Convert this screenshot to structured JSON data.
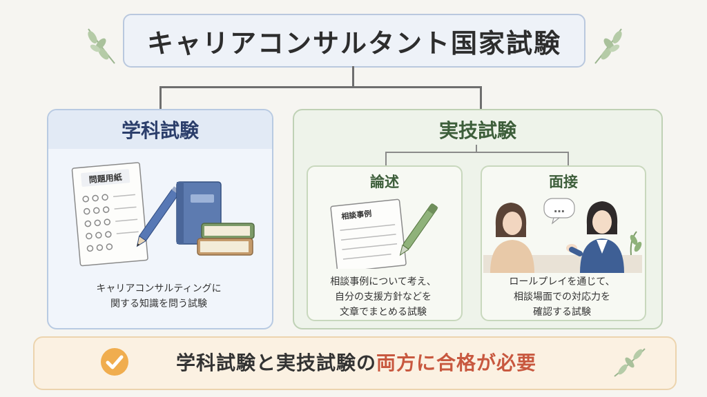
{
  "title": "キャリアコンサルタント国家試験",
  "written": {
    "heading": "学科試験",
    "paper_label": "問題用紙",
    "description_lines": [
      "キャリアコンサルティングに",
      "関する知識を問う試験"
    ]
  },
  "practical": {
    "heading": "実技試験",
    "essay": {
      "heading": "論述",
      "paper_label": "相談事例",
      "description_lines": [
        "相談事例について考え、",
        "自分の支援方針などを",
        "文章でまとめる試験"
      ]
    },
    "interview": {
      "heading": "面接",
      "speech_bubble": "…",
      "description_lines": [
        "ロールプレイを通じて、",
        "相談場面での対応力を",
        "確認する試験"
      ]
    }
  },
  "summary": {
    "prefix": "学科試験と実技試験の",
    "highlight": "両方に合格が必要"
  },
  "colors": {
    "written_accent": "#2b3e6b",
    "practical_accent": "#3d5e3a",
    "highlight": "#c8583f",
    "check": "#f0ad4e"
  }
}
